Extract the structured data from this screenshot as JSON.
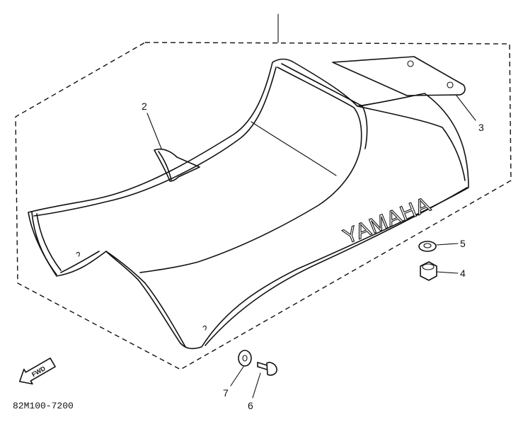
{
  "callouts": {
    "c2": "2",
    "c3": "3",
    "c4": "4",
    "c5": "5",
    "c6": "6",
    "c7": "7"
  },
  "brand_text": "YAMAHA",
  "fwd_label": "FWD",
  "diagram_code": "82M100-7200"
}
